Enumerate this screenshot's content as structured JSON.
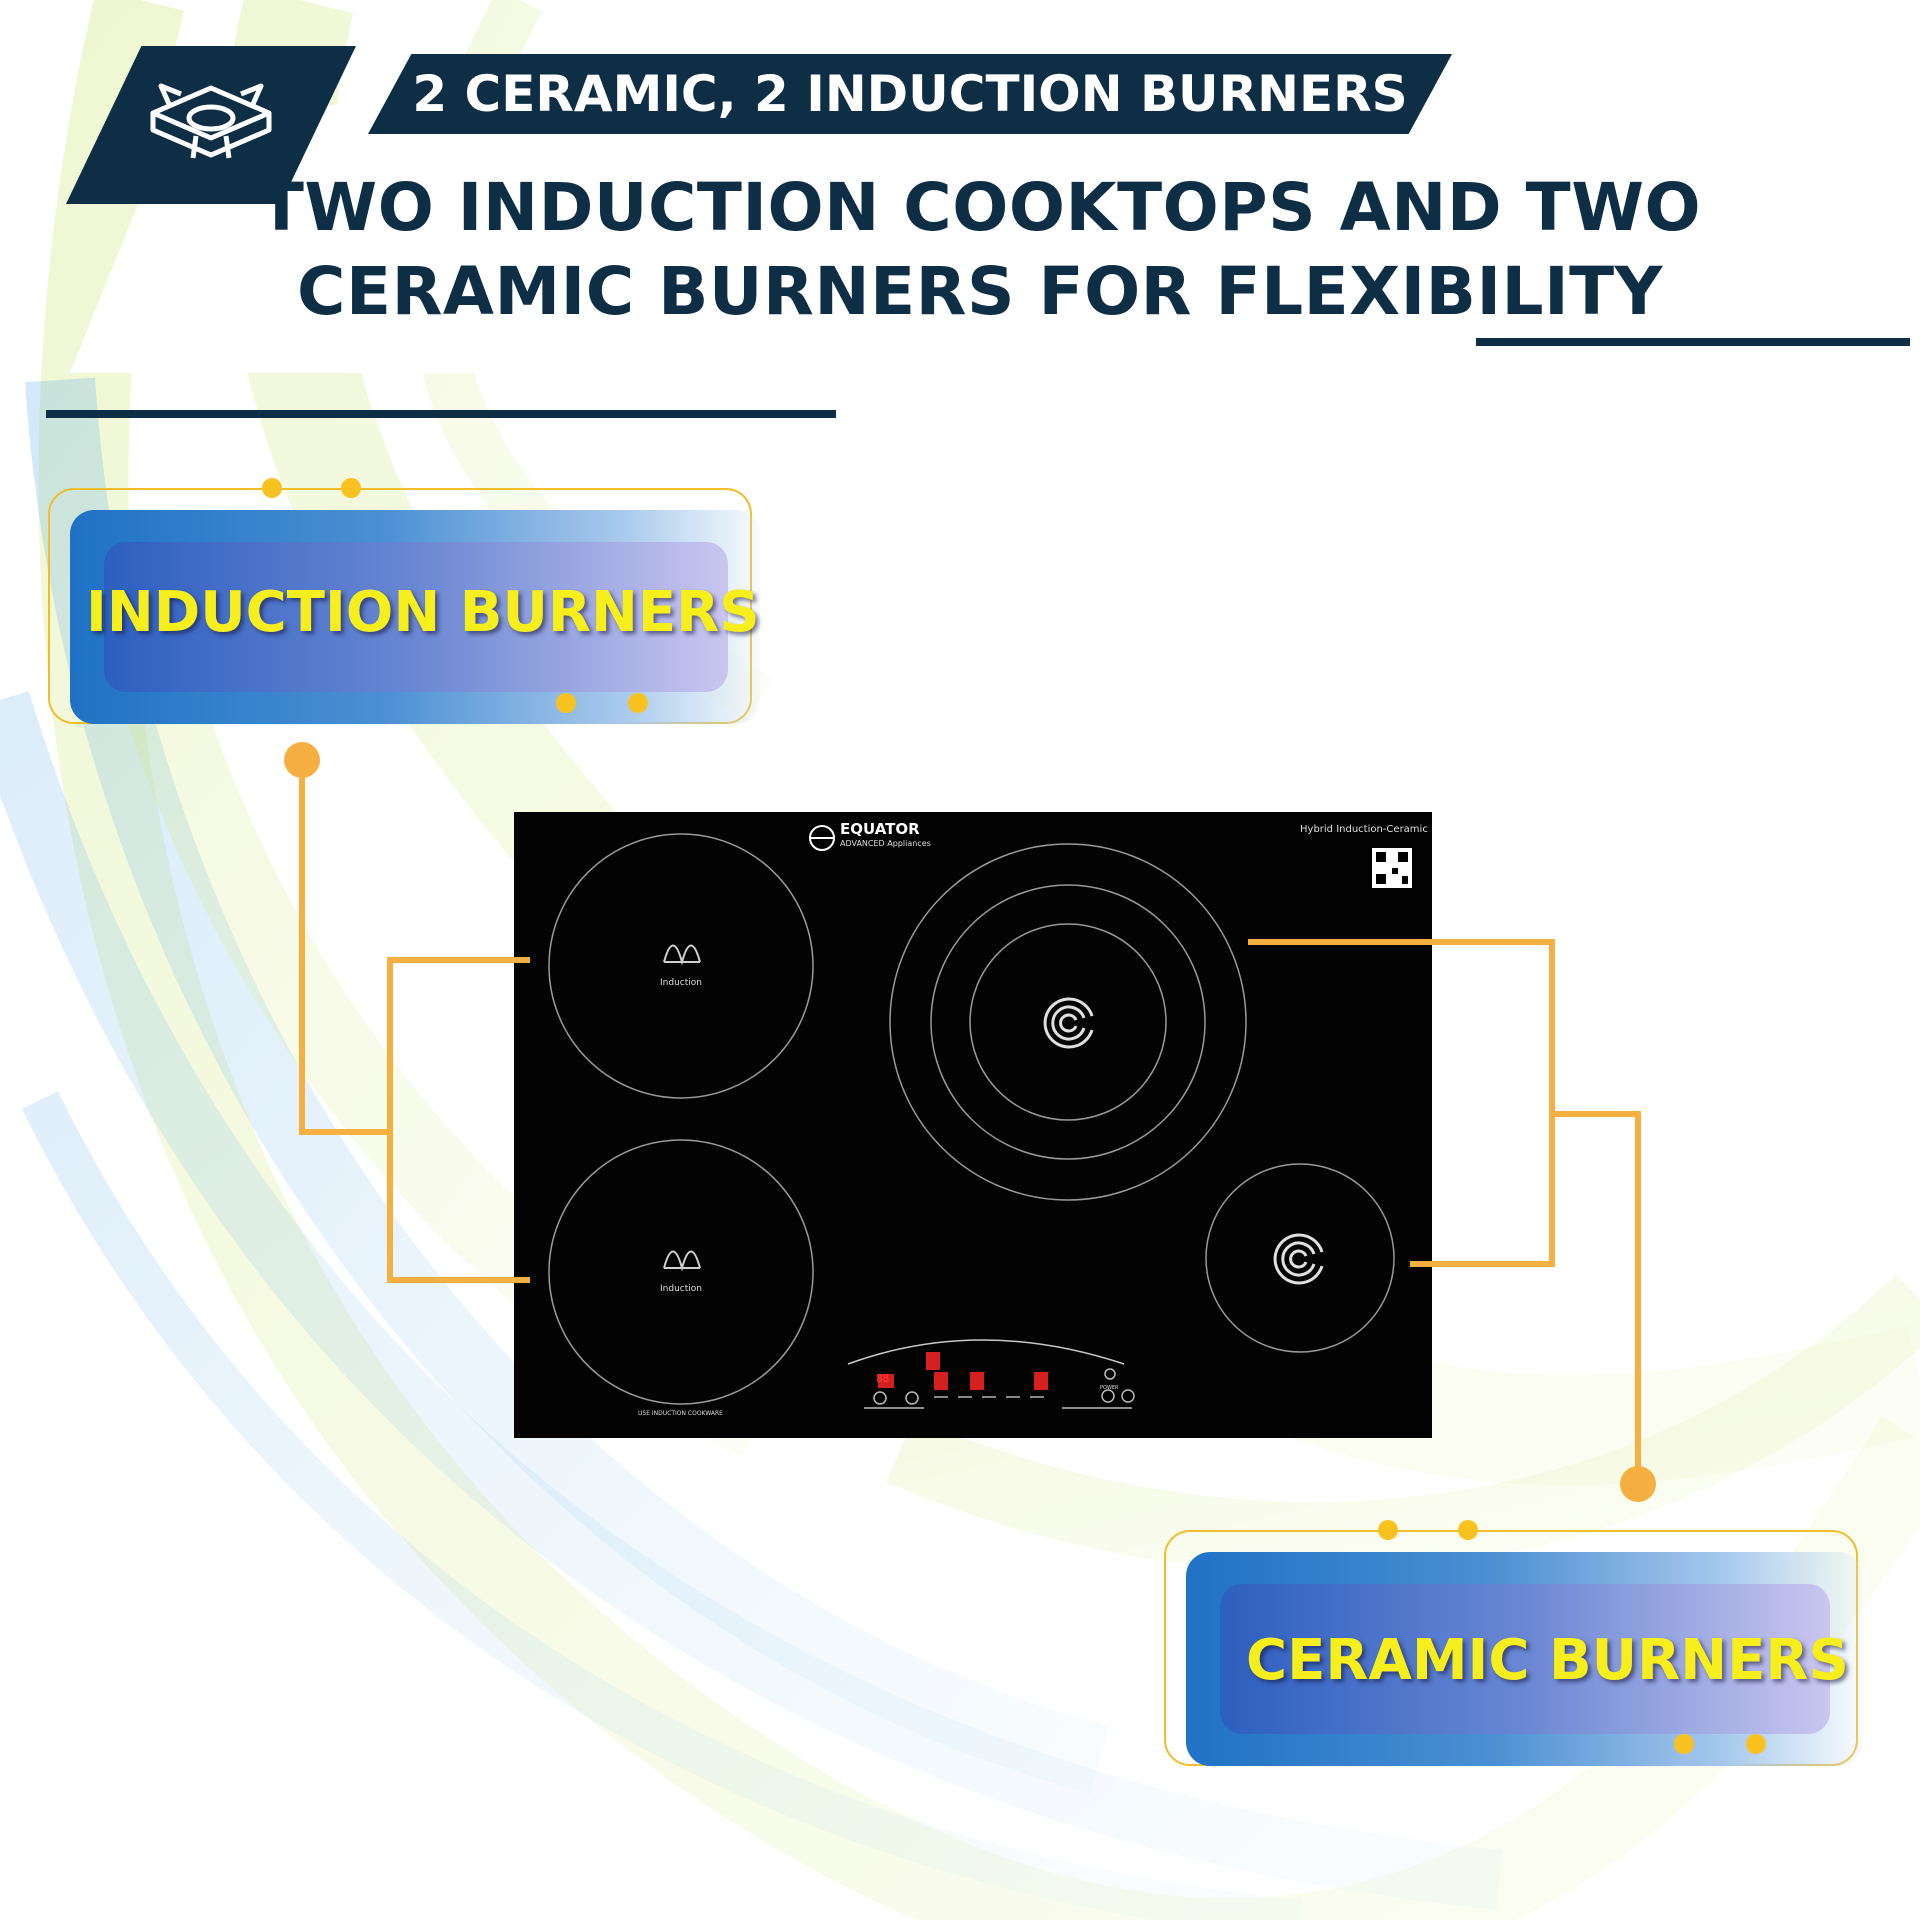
{
  "header": {
    "tagline": "2 CERAMIC, 2 INDUCTION BURNERS",
    "headline_line1": "TWO INDUCTION COOKTOPS AND TWO",
    "headline_line2": "CERAMIC BURNERS FOR FLEXIBILITY",
    "icon": "stove-burner-icon"
  },
  "callouts": {
    "induction": {
      "label": "INDUCTION BURNERS"
    },
    "ceramic": {
      "label": "CERAMIC BURNERS"
    }
  },
  "cooktop": {
    "brand": "EQUATOR",
    "brand_sub": "ADVANCED Appliances",
    "model_text": "Hybrid Induction-Ceramic",
    "induction_label_1": "Induction",
    "induction_label_2": "Induction",
    "cookware_note": "USE INDUCTION COOKWARE",
    "power_label": "POWER",
    "display_digits": "88"
  },
  "colors": {
    "navy": "#0d2e45",
    "accent_orange": "#f5b041",
    "label_yellow": "#f6ef1c",
    "dot_yellow": "#f8c321"
  }
}
